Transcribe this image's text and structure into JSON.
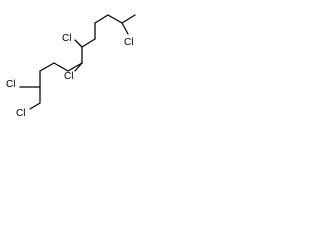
{
  "molecule": {
    "atoms": {
      "cl_top_right": "Cl",
      "cl_upper_mid": "Cl",
      "cl_lower_mid": "Cl",
      "cl_left_mid": "Cl",
      "cl_bottom_left": "Cl"
    },
    "colors": {
      "bond": "#000000",
      "label": "#000000",
      "background": "#ffffff"
    }
  }
}
